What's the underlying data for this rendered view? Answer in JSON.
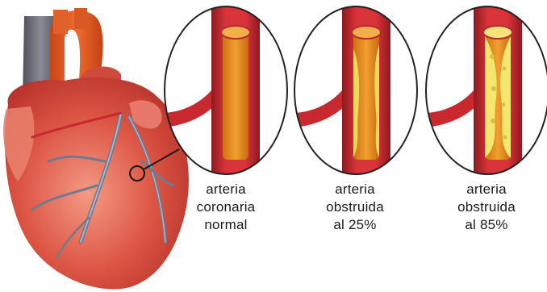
{
  "panels": [
    {
      "id": "normal",
      "line1": "arteria",
      "line2": "coronaria",
      "line3": "normal",
      "obstruction_percent": 0
    },
    {
      "id": "obstructed-25",
      "line1": "arteria",
      "line2": "obstruida",
      "line3": "al 25%",
      "obstruction_percent": 25
    },
    {
      "id": "obstructed-85",
      "line1": "arteria",
      "line2": "obstruida",
      "line3": "al 85%",
      "obstruction_percent": 85
    }
  ],
  "colors": {
    "artery_wall": "#c8282e",
    "artery_dark": "#8e1a1e",
    "lumen": "#e8901c",
    "plaque": "#f2e36a",
    "heart_muscle": "#d9493c",
    "heart_light": "#ef8a78",
    "aorta": "#e05a22",
    "vena_cava": "#6e6f78"
  }
}
